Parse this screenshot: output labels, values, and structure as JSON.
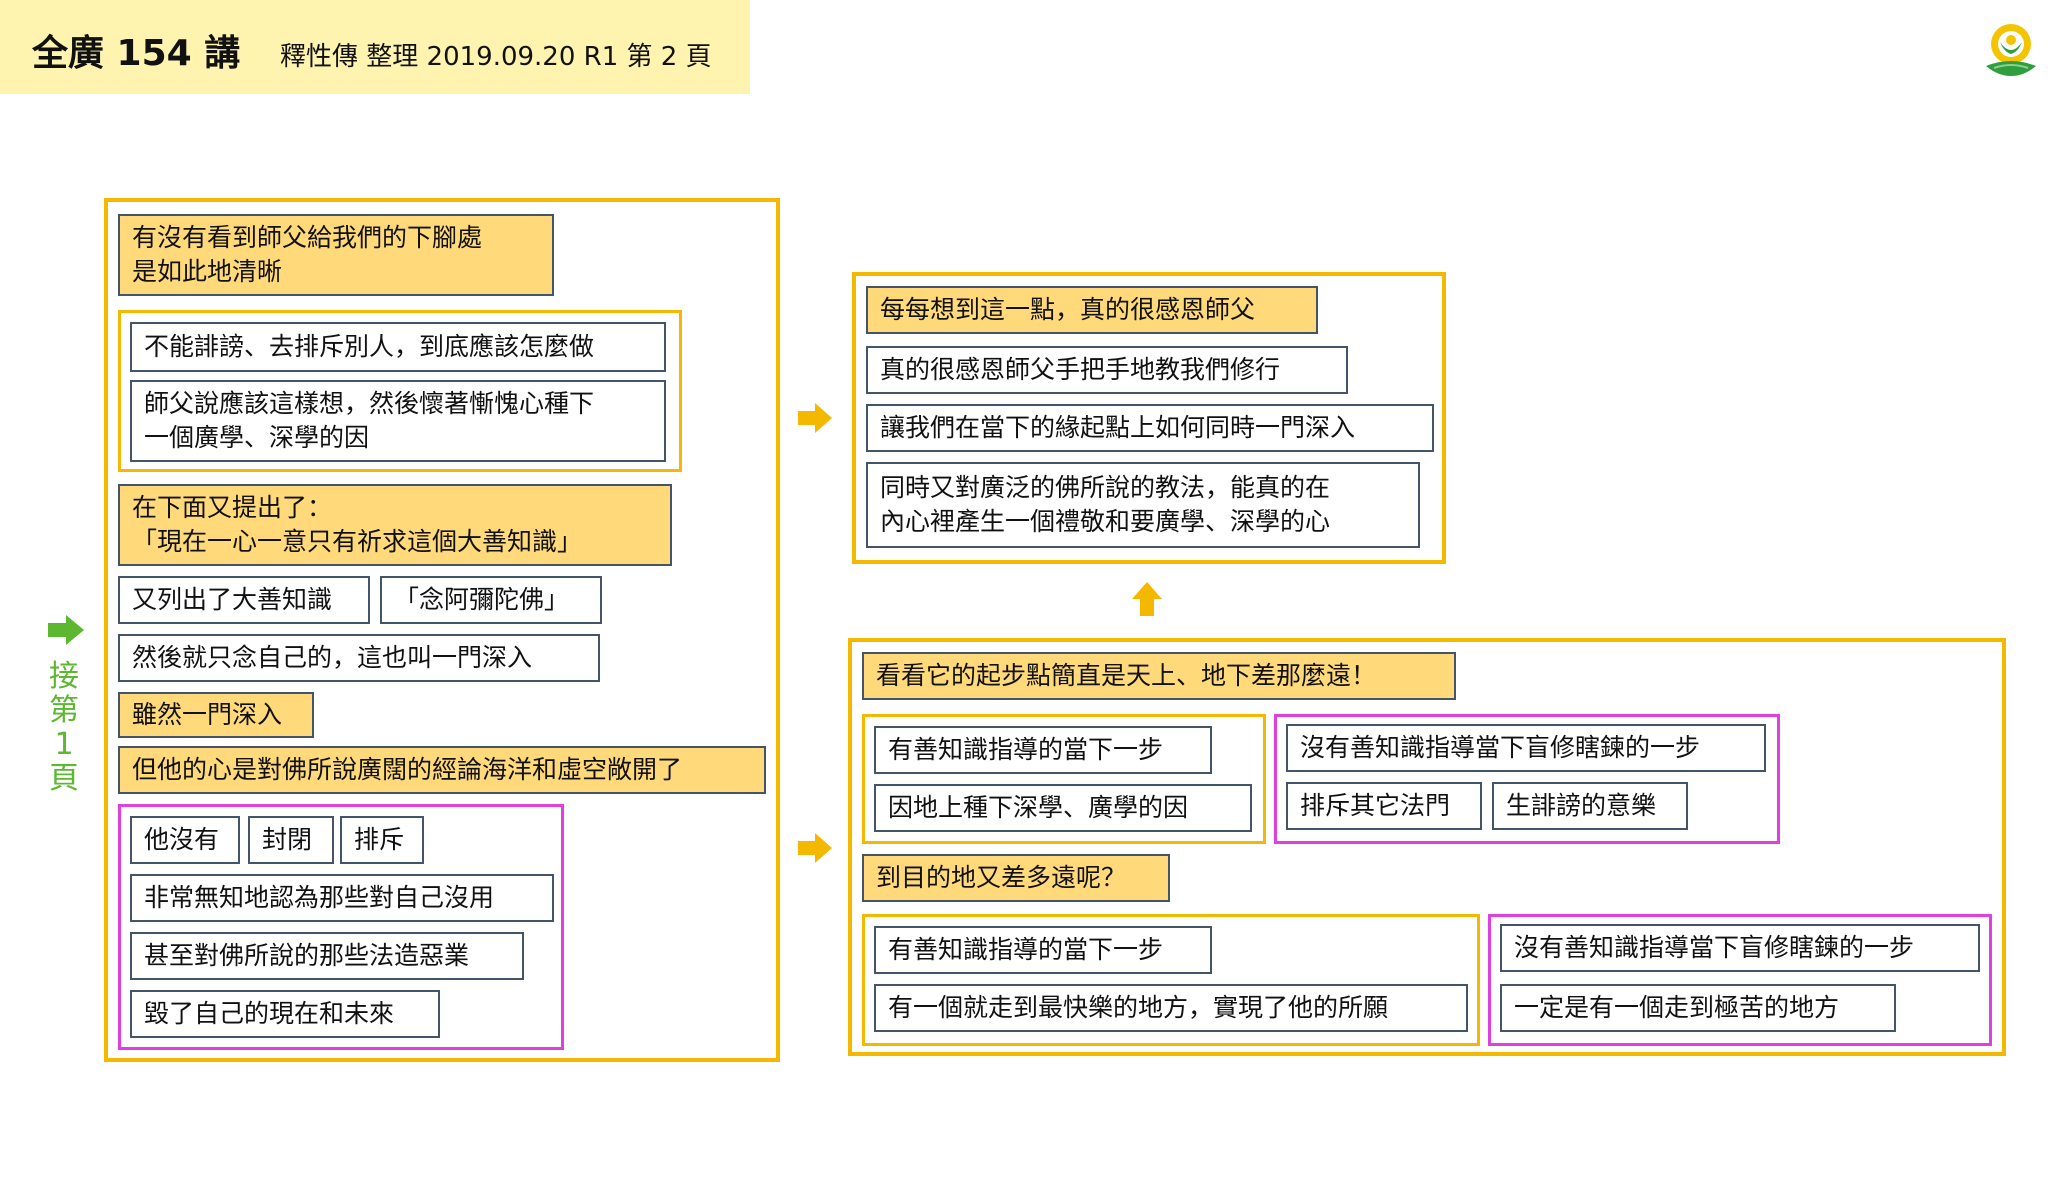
{
  "header": {
    "title": "全廣 154 講",
    "subtitle": "釋性傳 整理 2019.09.20 R1 第 2 頁"
  },
  "side_note": {
    "chars": [
      "接",
      "第",
      "1",
      "頁"
    ]
  },
  "left": {
    "head": "有沒有看到師父給我們的下腳處\n是如此地清晰",
    "g1": [
      "不能誹謗、去排斥別人，到底應該怎麼做",
      "師父說應該這樣想，然後懷著慚愧心種下\n一個廣學、深學的因"
    ],
    "h2": "在下面又提出了：\n「現在一心一意只有祈求這個大善知識」",
    "row_a": [
      "又列出了大善知識",
      "「念阿彌陀佛」"
    ],
    "line_b": "然後就只念自己的，這也叫一門深入",
    "h3": "雖然一門深入",
    "h4": "但他的心是對佛所說廣闊的經論海洋和虛空敞開了",
    "g2": {
      "row": [
        "他沒有",
        "封閉",
        "排斥"
      ],
      "items": [
        "非常無知地認為那些對自己沒用",
        "甚至對佛所說的那些法造惡業",
        "毀了自己的現在和未來"
      ]
    }
  },
  "top_right": {
    "head": "每每想到這一點，真的很感恩師父",
    "items": [
      "真的很感恩師父手把手地教我們修行",
      "讓我們在當下的緣起點上如何同時一門深入",
      "同時又對廣泛的佛所說的教法，能真的在\n內心裡產生一個禮敬和要廣學、深學的心"
    ]
  },
  "bottom_right": {
    "head": "看看它的起步點簡直是天上、地下差那麼遠！",
    "start_good": [
      "有善知識指導的當下一步",
      "因地上種下深學、廣學的因"
    ],
    "start_bad": {
      "top": "沒有善知識指導當下盲修瞎鍊的一步",
      "row": [
        "排斥其它法門",
        "生誹謗的意樂"
      ]
    },
    "q": "到目的地又差多遠呢？",
    "end_good": [
      "有善知識指導的當下一步",
      "有一個就走到最快樂的地方，實現了他的所願"
    ],
    "end_bad": [
      "沒有善知識指導當下盲修瞎鍊的一步",
      "一定是有一個走到極苦的地方"
    ]
  }
}
